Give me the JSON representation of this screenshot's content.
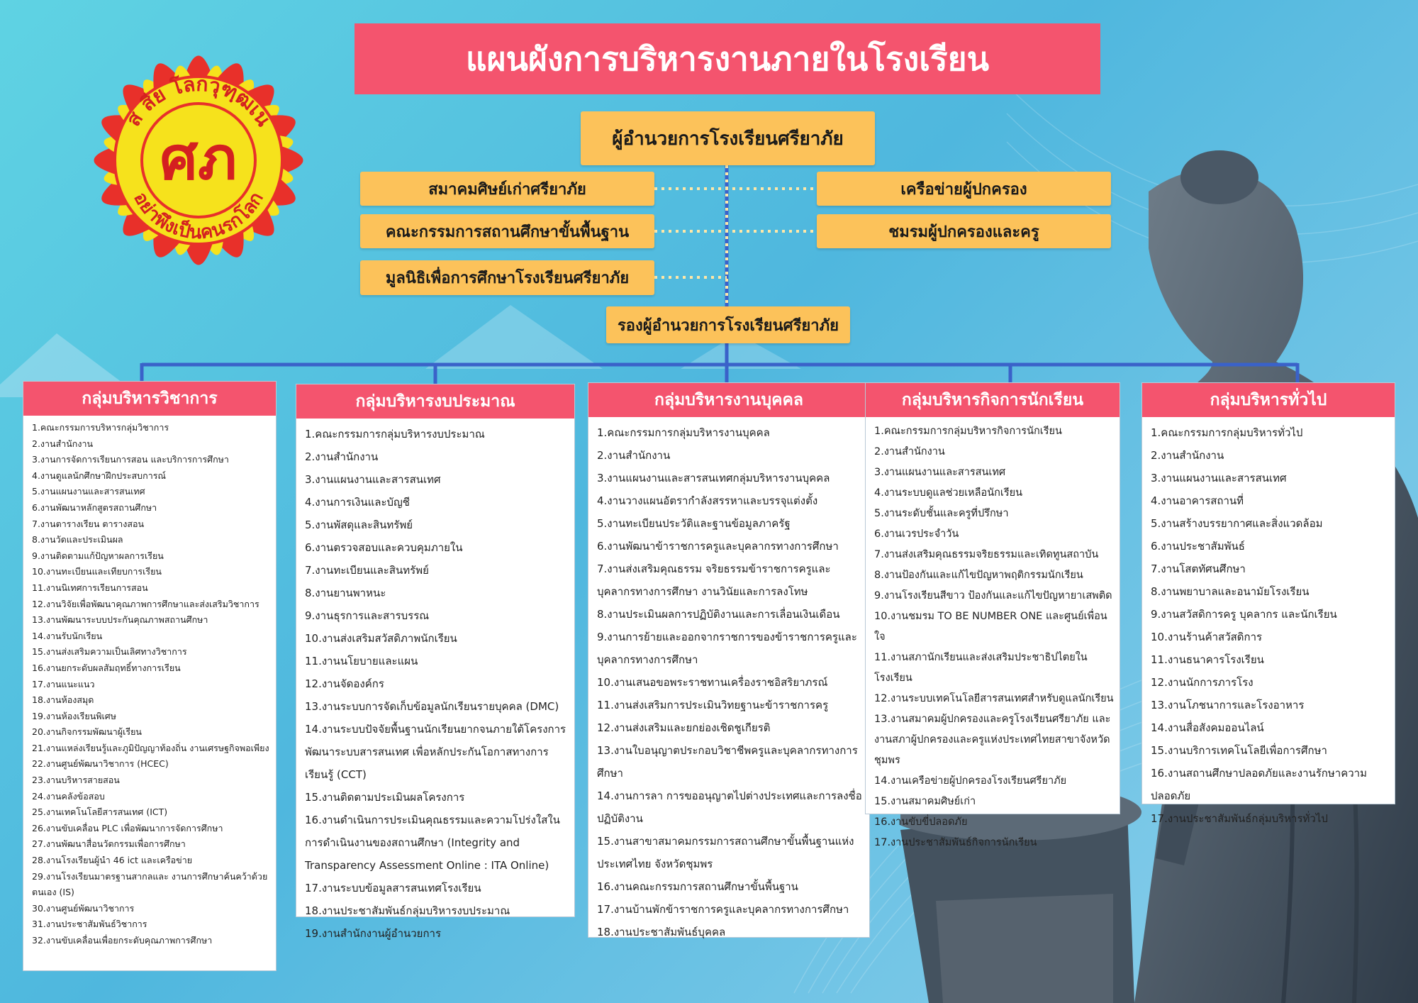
{
  "title": "แผนผังการบริหารงานภายในโรงเรียน",
  "logo": {
    "ring_top_text": "ส สีย โลกวุฑฺฒเน",
    "ring_bottom_text": "อย่าพึงเป็นคนรกโลก",
    "emblem_letters": "ศภ",
    "colors": {
      "petals": "#e8302a",
      "ring": "#f6e21c",
      "text": "#d42020"
    }
  },
  "director": "ผู้อำนวยการโรงเรียนศรียาภัย",
  "side_left": [
    "สมาคมศิษย์เก่าศรียาภัย",
    "คณะกรรมการสถานศึกษาขั้นพื้นฐาน",
    "มูลนิธิเพื่อการศึกษาโรงเรียนศรียาภัย"
  ],
  "side_right": [
    "เครือข่ายผู้ปกครอง",
    "ชมรมผู้ปกครองและครู"
  ],
  "deputy": "รองผู้อำนวยการโรงเรียนศรียาภัย",
  "colors": {
    "title": "#f4546e",
    "box": "#fcc25a",
    "line": "#3a62c9",
    "dots": "#fde7a8"
  },
  "groups": [
    {
      "title": "กลุ่มบริหารวิชาการ",
      "items": [
        "1.คณะกรรมการบริหารกลุ่มวิชาการ",
        "2.งานสำนักงาน",
        "3.งานการจัดการเรียนการสอน และบริการการศึกษา",
        "4.งานดูแลนักศึกษาฝึกประสบการณ์",
        "5.งานแผนงานและสารสนเทศ",
        "6.งานพัฒนาหลักสูตรสถานศึกษา",
        "7.งานตารางเรียน ตารางสอน",
        "8.งานวัดและประเมินผล",
        "9.งานติดตามแก้ปัญหาผลการเรียน",
        "10.งานทะเบียนและเทียบการเรียน",
        "11.งานนิเทศการเรียนการสอน",
        "12.งานวิจัยเพื่อพัฒนาคุณภาพการศึกษาและส่งเสริมวิชาการ",
        "13.งานพัฒนาระบบประกันคุณภาพสถานศึกษา",
        "14.งานรับนักเรียน",
        "15.งานส่งเสริมความเป็นเลิศทางวิชาการ",
        "16.งานยกระดับผลสัมฤทธิ์ทางการเรียน",
        "17.งานแนะแนว",
        "18.งานห้องสมุด",
        "19.งานห้องเรียนพิเศษ",
        "20.งานกิจกรรมพัฒนาผู้เรียน",
        "21.งานแหล่งเรียนรู้และภูมิปัญญาท้องถิ่น งานเศรษฐกิจพอเพียง",
        "22.งานศูนย์พัฒนาวิชาการ (HCEC)",
        "23.งานบริหารสายสอน",
        "24.งานคลังข้อสอบ",
        "25.งานเทคโนโลยีสารสนเทศ (ICT)",
        "26.งานขับเคลื่อน PLC เพื่อพัฒนาการจัดการศึกษา",
        "27.งานพัฒนาสื่อนวัตกรรมเพื่อการศึกษา",
        "28.งานโรงเรียนผู้นำ 46 ict และเครือข่าย",
        "29.งานโรงเรียนมาตรฐานสากลและ งานการศึกษาค้นคว้าด้วยตนเอง (IS)",
        "30.งานศูนย์พัฒนาวิชาการ",
        "31.งานประชาสัมพันธ์วิชาการ",
        "32.งานขับเคลื่อนเพื่อยกระดับคุณภาพการศึกษา"
      ]
    },
    {
      "title": "กลุ่มบริหารงบประมาณ",
      "items": [
        "1.คณะกรรมการกลุ่มบริหารงบประมาณ",
        "2.งานสำนักงาน",
        "3.งานแผนงานและสารสนเทศ",
        "4.งานการเงินและบัญชี",
        "5.งานพัสดุและสินทรัพย์",
        "6.งานตรวจสอบและควบคุมภายใน",
        "7.งานทะเบียนและสินทรัพย์",
        "8.งานยานพาหนะ",
        "9.งานธุรการและสารบรรณ",
        "10.งานส่งเสริมสวัสดิภาพนักเรียน",
        "11.งานนโยบายและแผน",
        "12.งานจัดองค์กร",
        "13.งานระบบการจัดเก็บข้อมูลนักเรียนรายบุคคล (DMC)",
        "14.งานระบบปัจจัยพื้นฐานนักเรียนยากจนภายใต้โครงการพัฒนาระบบสารสนเทศ เพื่อหลักประกันโอกาสทางการเรียนรู้ (CCT)",
        "15.งานติดตามประเมินผลโครงการ",
        "16.งานดำเนินการประเมินคุณธรรมและความโปร่งใสในการดำเนินงานของสถานศึกษา (Integrity and Transparency Assessment Online : ITA Online)",
        "17.งานระบบข้อมูลสารสนเทศโรงเรียน",
        "18.งานประชาสัมพันธ์กลุ่มบริหารงบประมาณ",
        "19.งานสำนักงานผู้อำนวยการ"
      ]
    },
    {
      "title": "กลุ่มบริหารงานบุคคล",
      "items": [
        "1.คณะกรรมการกลุ่มบริหารงานบุคคล",
        "2.งานสำนักงาน",
        "3.งานแผนงานและสารสนเทศกลุ่มบริหารงานบุคคล",
        "4.งานวางแผนอัตรากำลังสรรหาและบรรจุแต่งตั้ง",
        "5.งานทะเบียนประวัติและฐานข้อมูลภาครัฐ",
        "6.งานพัฒนาข้าราชการครูและบุคลากรทางการศึกษา",
        "7.งานส่งเสริมคุณธรรม จริยธรรมข้าราชการครูและบุคลากรทางการศึกษา งานวินัยและการลงโทษ",
        "8.งานประเมินผลการปฏิบัติงานและการเลื่อนเงินเดือน",
        "9.งานการย้ายและออกจากราชการของข้าราชการครูและบุคลากรทางการศึกษา",
        "10.งานเสนอขอพระราชทานเครื่องราชอิสริยาภรณ์",
        "11.งานส่งเสริมการประเมินวิทยฐานะข้าราชการครู",
        "12.งานส่งเสริมและยกย่องเชิดชูเกียรติ",
        "13.งานใบอนุญาตประกอบวิชาชีพครูและบุคลากรทางการศึกษา",
        "14.งานการลา การขออนุญาตไปต่างประเทศและการลงชื่อปฏิบัติงาน",
        "15.งานสาขาสมาคมกรรมการสถานศึกษาขั้นพื้นฐานแห่งประเทศไทย จังหวัดชุมพร",
        "16.งานคณะกรรมการสถานศึกษาขั้นพื้นฐาน",
        "17.งานบ้านพักข้าราชการครูและบุคลากรทางการศึกษา",
        "18.งานประชาสัมพันธ์บุคคล"
      ]
    },
    {
      "title": "กลุ่มบริหารกิจการนักเรียน",
      "items": [
        "1.คณะกรรมการกลุ่มบริหารกิจการนักเรียน",
        "2.งานสำนักงาน",
        "3.งานแผนงานและสารสนเทศ",
        "4.งานระบบดูแลช่วยเหลือนักเรียน",
        "5.งานระดับชั้นและครูที่ปรึกษา",
        "6.งานเวรประจำวัน",
        "7.งานส่งเสริมคุณธรรมจริยธรรมและเทิดทูนสถาบัน",
        "8.งานป้องกันและแก้ไขปัญหาพฤติกรรมนักเรียน",
        "9.งานโรงเรียนสีขาว ป้องกันและแก้ไขปัญหายาเสพติด",
        "10.งานชมรม TO BE NUMBER ONE และศูนย์เพื่อนใจ",
        "11.งานสภานักเรียนและส่งเสริมประชาธิปไตยในโรงเรียน",
        "12.งานระบบเทคโนโลยีสารสนเทศสำหรับดูแลนักเรียน",
        "13.งานสมาคมผู้ปกครองและครูโรงเรียนศรียาภัย และงานสภาผู้ปกครองและครูแห่งประเทศไทยสาขาจังหวัดชุมพร",
        "14.งานเครือข่ายผู้ปกครองโรงเรียนศรียาภัย",
        "15.งานสมาคมศิษย์เก่า",
        "16.งานขับขี่ปลอดภัย",
        "17.งานประชาสัมพันธ์กิจการนักเรียน"
      ]
    },
    {
      "title": "กลุ่มบริหารทั่วไป",
      "items": [
        "1.คณะกรรมการกลุ่มบริหารทั่วไป",
        "2.งานสำนักงาน",
        "3.งานแผนงานและสารสนเทศ",
        "4.งานอาคารสถานที่",
        "5.งานสร้างบรรยากาศและสิ่งแวดล้อม",
        "6.งานประชาสัมพันธ์",
        "7.งานโสตทัศนศึกษา",
        "8.งานพยาบาลและอนามัยโรงเรียน",
        "9.งานสวัสดิการครู บุคลากร และนักเรียน",
        "10.งานร้านค้าสวัสดิการ",
        "11.งานธนาคารโรงเรียน",
        "12.งานนักการภารโรง",
        "13.งานโภชนาการและโรงอาหาร",
        "14.งานสื่อสังคมออนไลน์",
        "15.งานบริการเทคโนโลยีเพื่อการศึกษา",
        "16.งานสถานศึกษาปลอดภัยและงานรักษาความปลอดภัย",
        "17.งานประชาสัมพันธ์กลุ่มบริหารทั่วไป"
      ]
    }
  ]
}
